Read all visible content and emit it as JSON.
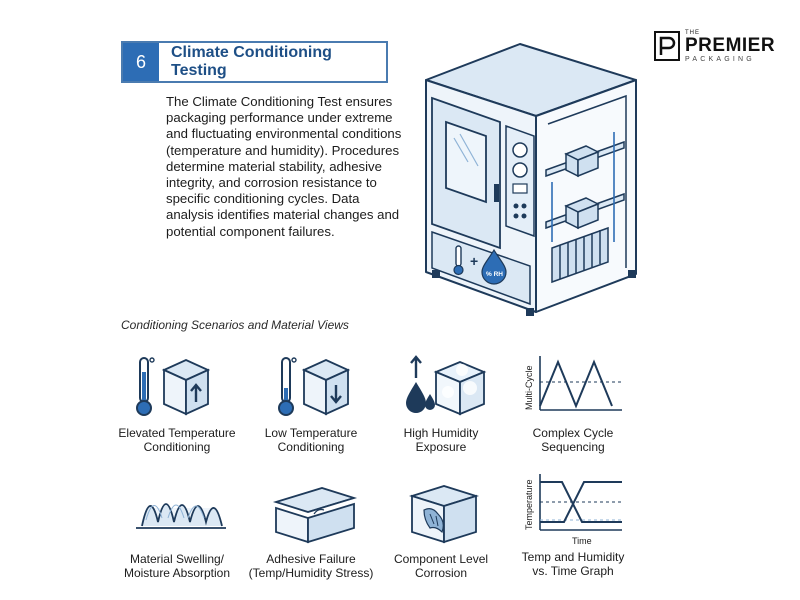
{
  "header": {
    "number": "6",
    "title": "Climate Conditioning Testing"
  },
  "logo": {
    "the": "THE",
    "name": "PREMIER",
    "sub": "PACKAGING"
  },
  "intro": {
    "text": "The Climate Conditioning Test ensures packaging performance under extreme and fluctuating environmental conditions (temperature and humidity). Procedures determine material stability, adhesive integrity, and corrosion resistance to specific conditioning cycles. Data analysis identifies material changes and potential component failures."
  },
  "chamber": {
    "humidity_badge": "% RH",
    "plus_sign": "+"
  },
  "section_caption": "Conditioning Scenarios and Material Views",
  "cards": {
    "elevated_temp": {
      "line1": "Elevated Temperature",
      "line2": "Conditioning"
    },
    "low_temp": {
      "line1": "Low Temperature",
      "line2": "Conditioning"
    },
    "high_humidity": {
      "line1": "High Humidity",
      "line2": "Exposure"
    },
    "complex_cycle": {
      "line1": "Complex Cycle",
      "line2": "Sequencing",
      "axis_label": "Multi-Cycle"
    },
    "swelling": {
      "line1": "Material Swelling/",
      "line2": "Moisture Absorption"
    },
    "adhesive": {
      "line1": "Adhesive Failure",
      "line2": "(Temp/Humidity Stress)"
    },
    "corrosion": {
      "line1": "Component Level",
      "line2": "Corrosion"
    },
    "temp_humidity_graph": {
      "line1": "Temp and Humidity",
      "line2": "vs. Time Graph",
      "ylabel": "Temperature",
      "xlabel": "Time"
    }
  },
  "colors": {
    "accent": "#2d6db5",
    "outline": "#1e3a5a",
    "fill": "#dbe8f4"
  }
}
